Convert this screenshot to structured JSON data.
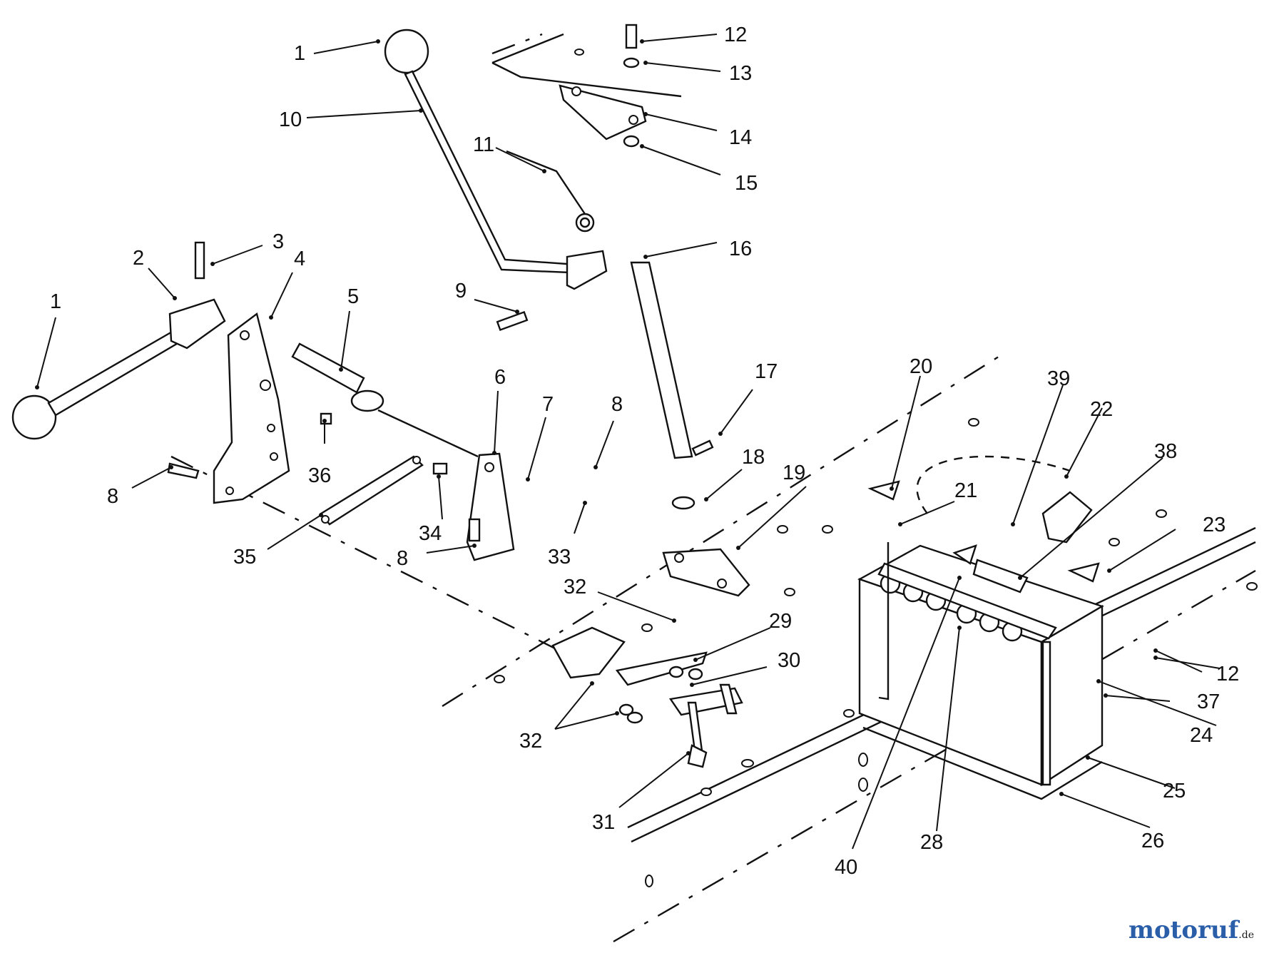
{
  "diagram": {
    "callouts": [
      "1",
      "1",
      "2",
      "3",
      "4",
      "5",
      "6",
      "7",
      "8",
      "8",
      "8",
      "9",
      "10",
      "11",
      "12",
      "12",
      "13",
      "14",
      "15",
      "16",
      "17",
      "18",
      "19",
      "20",
      "21",
      "22",
      "23",
      "24",
      "25",
      "26",
      "28",
      "29",
      "30",
      "31",
      "32",
      "32",
      "33",
      "34",
      "35",
      "36",
      "37",
      "38",
      "39",
      "40"
    ]
  },
  "watermark": {
    "brand": "motoruf",
    "suffix": ".de"
  },
  "colors": {
    "ink": "#111111",
    "paper": "#ffffff",
    "brand": "#2a5ea8"
  }
}
